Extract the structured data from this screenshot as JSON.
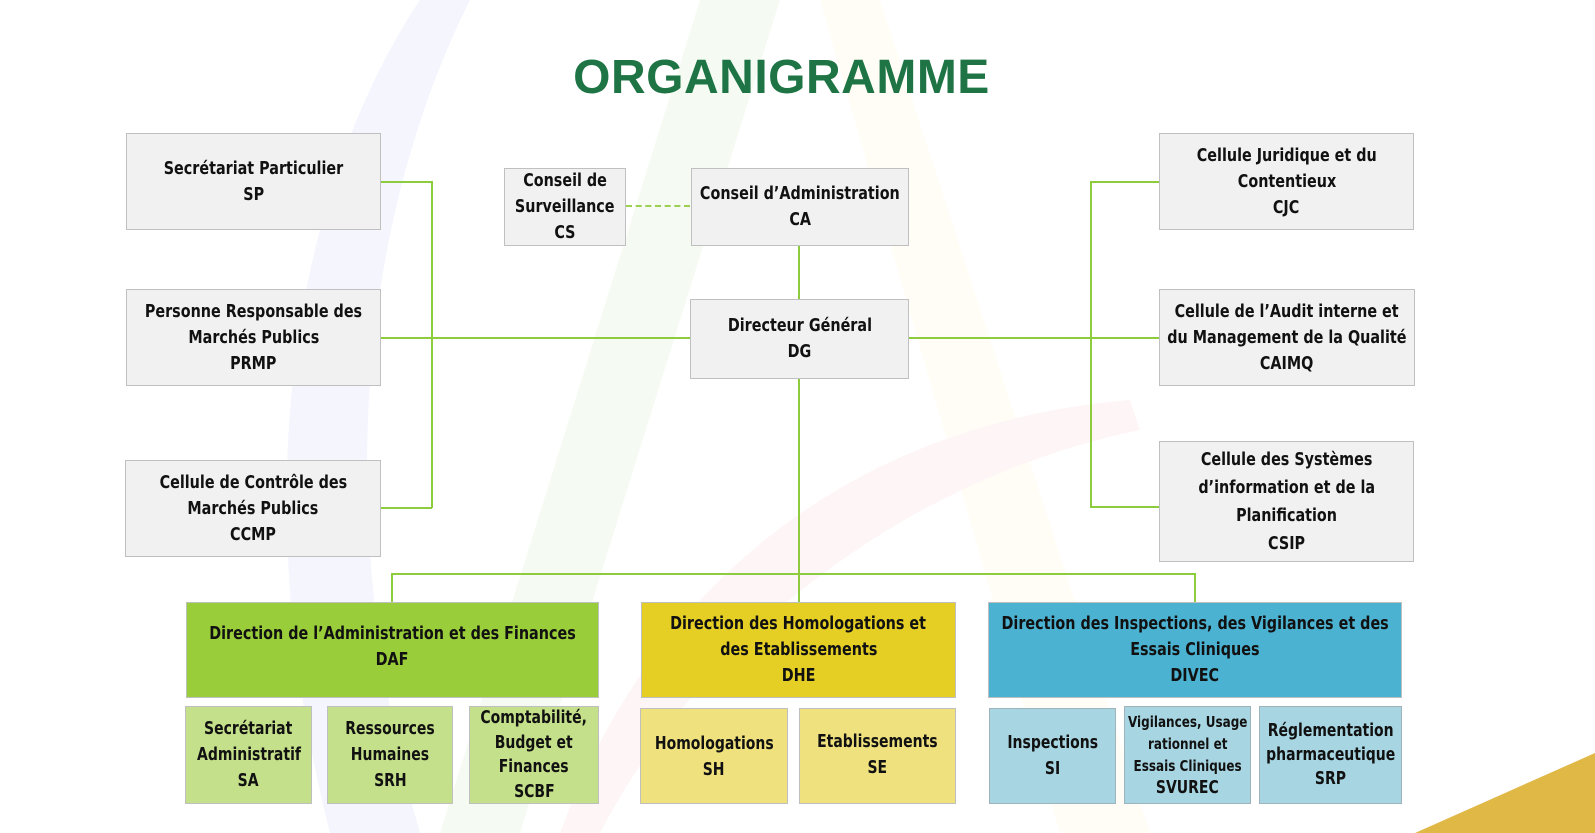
{
  "title": "ORGANIGRAMME",
  "colors": {
    "title": "#1e7444",
    "connector": "#8dcb3f",
    "grey_box": "#f1f1f1",
    "daf": "#9acd3a",
    "daf_sub": "#c4e08a",
    "dhe": "#e5cf24",
    "dhe_sub": "#efe27e",
    "divec": "#4bb2d1",
    "divec_sub": "#a7d5e1",
    "corner_accent": "#e0b845"
  },
  "left_units": [
    {
      "lines": [
        "Secrétariat Particulier",
        "SP"
      ]
    },
    {
      "lines": [
        "Personne Responsable des",
        "Marchés Publics",
        "PRMP"
      ]
    },
    {
      "lines": [
        "Cellule de Contrôle des",
        "Marchés Publics",
        "CCMP"
      ]
    }
  ],
  "top_center": {
    "cs": {
      "lines": [
        "Conseil de",
        "Surveillance",
        "CS"
      ]
    },
    "ca": {
      "lines": [
        "Conseil d’Administration",
        "CA"
      ]
    },
    "dg": {
      "lines": [
        "Directeur Général",
        "DG"
      ]
    }
  },
  "right_units": [
    {
      "lines": [
        "Cellule Juridique et du",
        "Contentieux",
        "CJC"
      ]
    },
    {
      "lines": [
        "Cellule de l’Audit interne et",
        "du Management de la Qualité",
        "CAIMQ"
      ]
    },
    {
      "lines": [
        "Cellule des Systèmes",
        "d’information et de la",
        "Planification",
        "CSIP"
      ]
    }
  ],
  "directions": [
    {
      "lines": [
        "Direction de l’Administration et des Finances",
        "DAF"
      ],
      "services": [
        {
          "lines": [
            "Secrétariat",
            "Administratif",
            "SA"
          ]
        },
        {
          "lines": [
            "Ressources",
            "Humaines",
            "SRH"
          ]
        },
        {
          "lines": [
            "Comptabilité,",
            "Budget et",
            "Finances",
            "SCBF"
          ]
        }
      ]
    },
    {
      "lines": [
        "Direction des Homologations et",
        "des Etablissements",
        "DHE"
      ],
      "services": [
        {
          "lines": [
            "Homologations",
            "SH"
          ]
        },
        {
          "lines": [
            "Etablissements",
            "SE"
          ]
        }
      ]
    },
    {
      "lines": [
        "Direction des Inspections, des Vigilances et des",
        "Essais Cliniques",
        "DIVEC"
      ],
      "services": [
        {
          "lines": [
            "Inspections",
            "SI"
          ]
        },
        {
          "lines": [
            "Vigilances, Usage",
            "rationnel et",
            "Essais Cliniques",
            "SVUREC"
          ]
        },
        {
          "lines": [
            "Réglementation",
            "pharmaceutique",
            "SRP"
          ]
        }
      ]
    }
  ]
}
